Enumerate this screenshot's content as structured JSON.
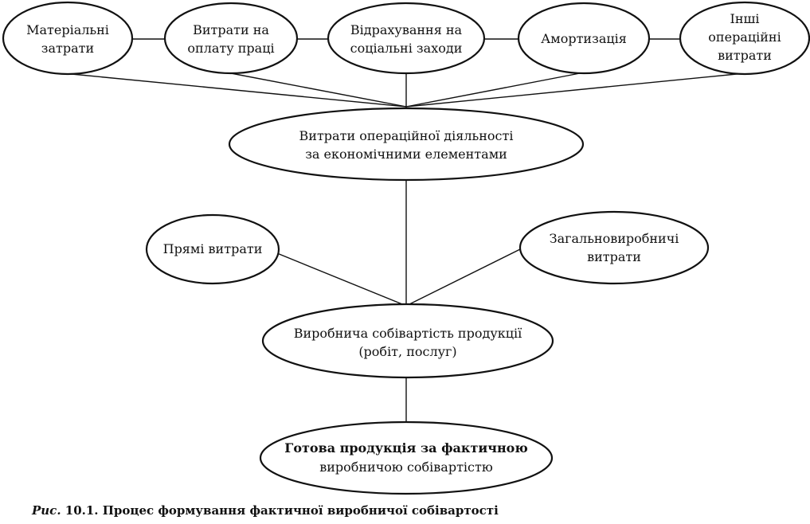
{
  "nodes": {
    "material": {
      "lines": [
        "Матеріальні",
        "затрати"
      ]
    },
    "labor": {
      "lines": [
        "Витрати на",
        "оплату праці"
      ]
    },
    "social": {
      "lines": [
        "Відрахування на",
        "соціальні заходи"
      ]
    },
    "amort": {
      "lines": [
        "Амортизація"
      ]
    },
    "other": {
      "lines": [
        "Інші",
        "операційні",
        "витрати"
      ]
    },
    "operating": {
      "lines": [
        "Витрати операційної діяльності",
        "за економічними елементами"
      ]
    },
    "direct": {
      "lines": [
        "Прямі витрати"
      ]
    },
    "overhead": {
      "lines": [
        "Загальновиробничі",
        "витрати"
      ]
    },
    "production_cost": {
      "lines": [
        "Виробнича собівартість продукції",
        "(робіт, послуг)"
      ]
    },
    "finished": {
      "lines": [
        "Готова продукція за фактичною",
        "виробничою собівартістю"
      ]
    }
  },
  "caption": {
    "prefix": "Рис.",
    "text": " 10.1. Процес формування фактичної виробничої собівартості"
  }
}
